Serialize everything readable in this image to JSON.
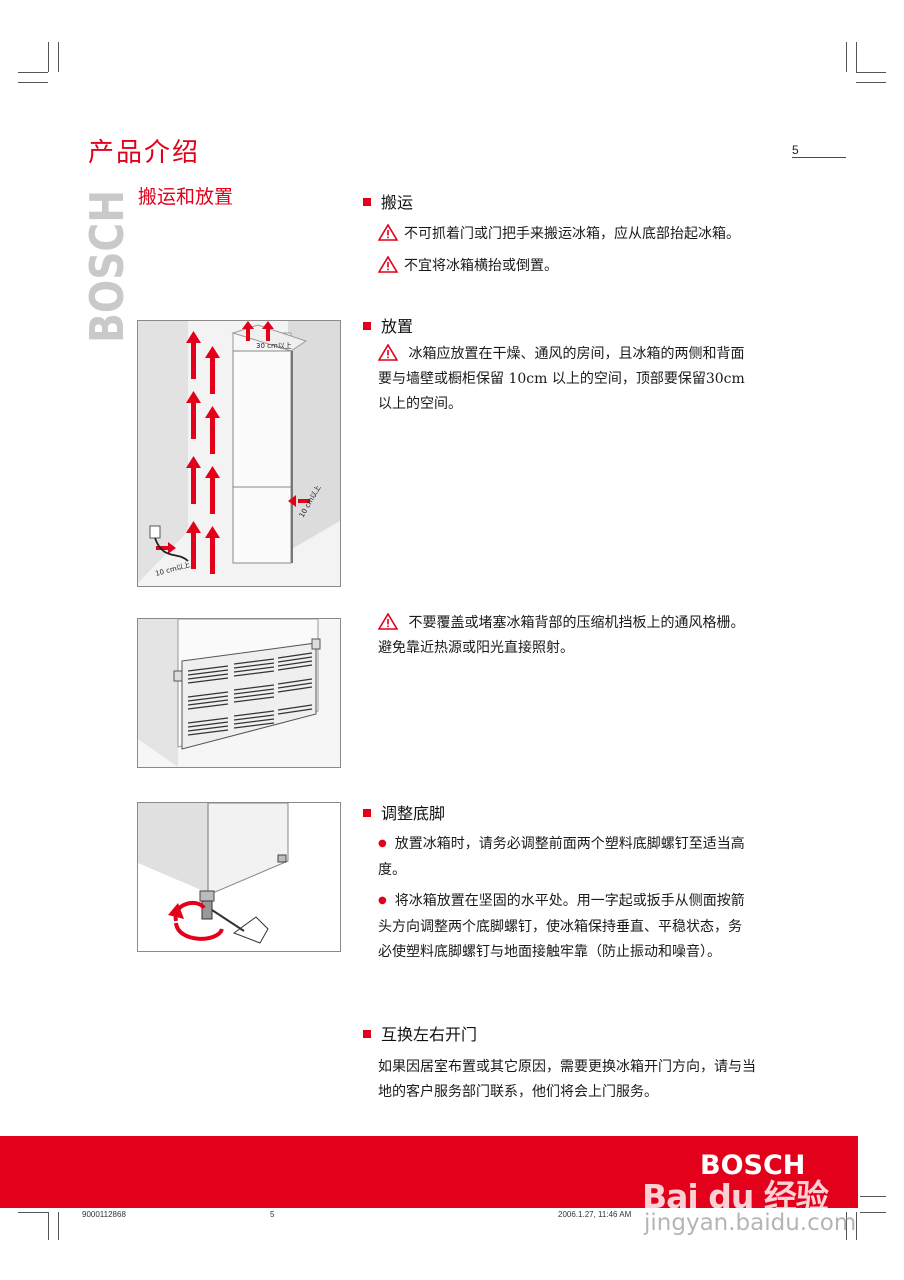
{
  "header": {
    "section_title": "产品介绍",
    "page_number": "5",
    "brand_vertical": "BOSCH",
    "subsection_title": "搬运和放置"
  },
  "sections": {
    "carry": {
      "heading": "搬运",
      "warnings": [
        "不可抓着门或门把手来搬运冰箱，应从底部抬起冰箱。",
        "不宜将冰箱横抬或倒置。"
      ]
    },
    "placement": {
      "heading": "放置",
      "warning": "冰箱应放置在干燥、通风的房间，且冰箱的两侧和背面要与墙壁或橱柜保留 10cm 以上的空间，顶部要保留30cm 以上的空间。",
      "warning_lines": [
        "冰箱应放置在干燥、通风的房间，且冰箱的两侧和背面",
        "要与墙壁或橱柜保留 10cm 以上的空间，顶部要保留30cm",
        "以上的空间。"
      ],
      "figure_labels": {
        "top": "30 cm以上",
        "side": "10 cm以上",
        "bottom": "10 cm以上"
      }
    },
    "ventilation": {
      "warning_lines": [
        "不要覆盖或堵塞冰箱背部的压缩机挡板上的通风格栅。",
        "避免靠近热源或阳光直接照射。"
      ]
    },
    "feet": {
      "heading": "调整底脚",
      "bullets": [
        {
          "lines": [
            "放置冰箱时，请务必调整前面两个塑料底脚螺钉至适当高",
            "度。"
          ]
        },
        {
          "lines": [
            "将冰箱放置在坚固的水平处。用一字起或扳手从侧面按箭",
            "头方向调整两个底脚螺钉，使冰箱保持垂直、平稳状态，务",
            "必使塑料底脚螺钉与地面接触牢靠（防止振动和噪音）。"
          ]
        }
      ]
    },
    "door": {
      "heading": "互换左右开门",
      "lines": [
        "如果因居室布置或其它原因，需要更换冰箱开门方向，请与当",
        "地的客户服务部门联系，他们将会上门服务。"
      ]
    }
  },
  "footer": {
    "brand": "BOSCH",
    "doc_number": "9000112868",
    "page": "5",
    "timestamp": "2006.1.27, 11:46 AM",
    "watermark_main": "Bai du 经验",
    "watermark_url": "jingyan.baidu.com"
  },
  "colors": {
    "accent": "#e2001a"
  }
}
